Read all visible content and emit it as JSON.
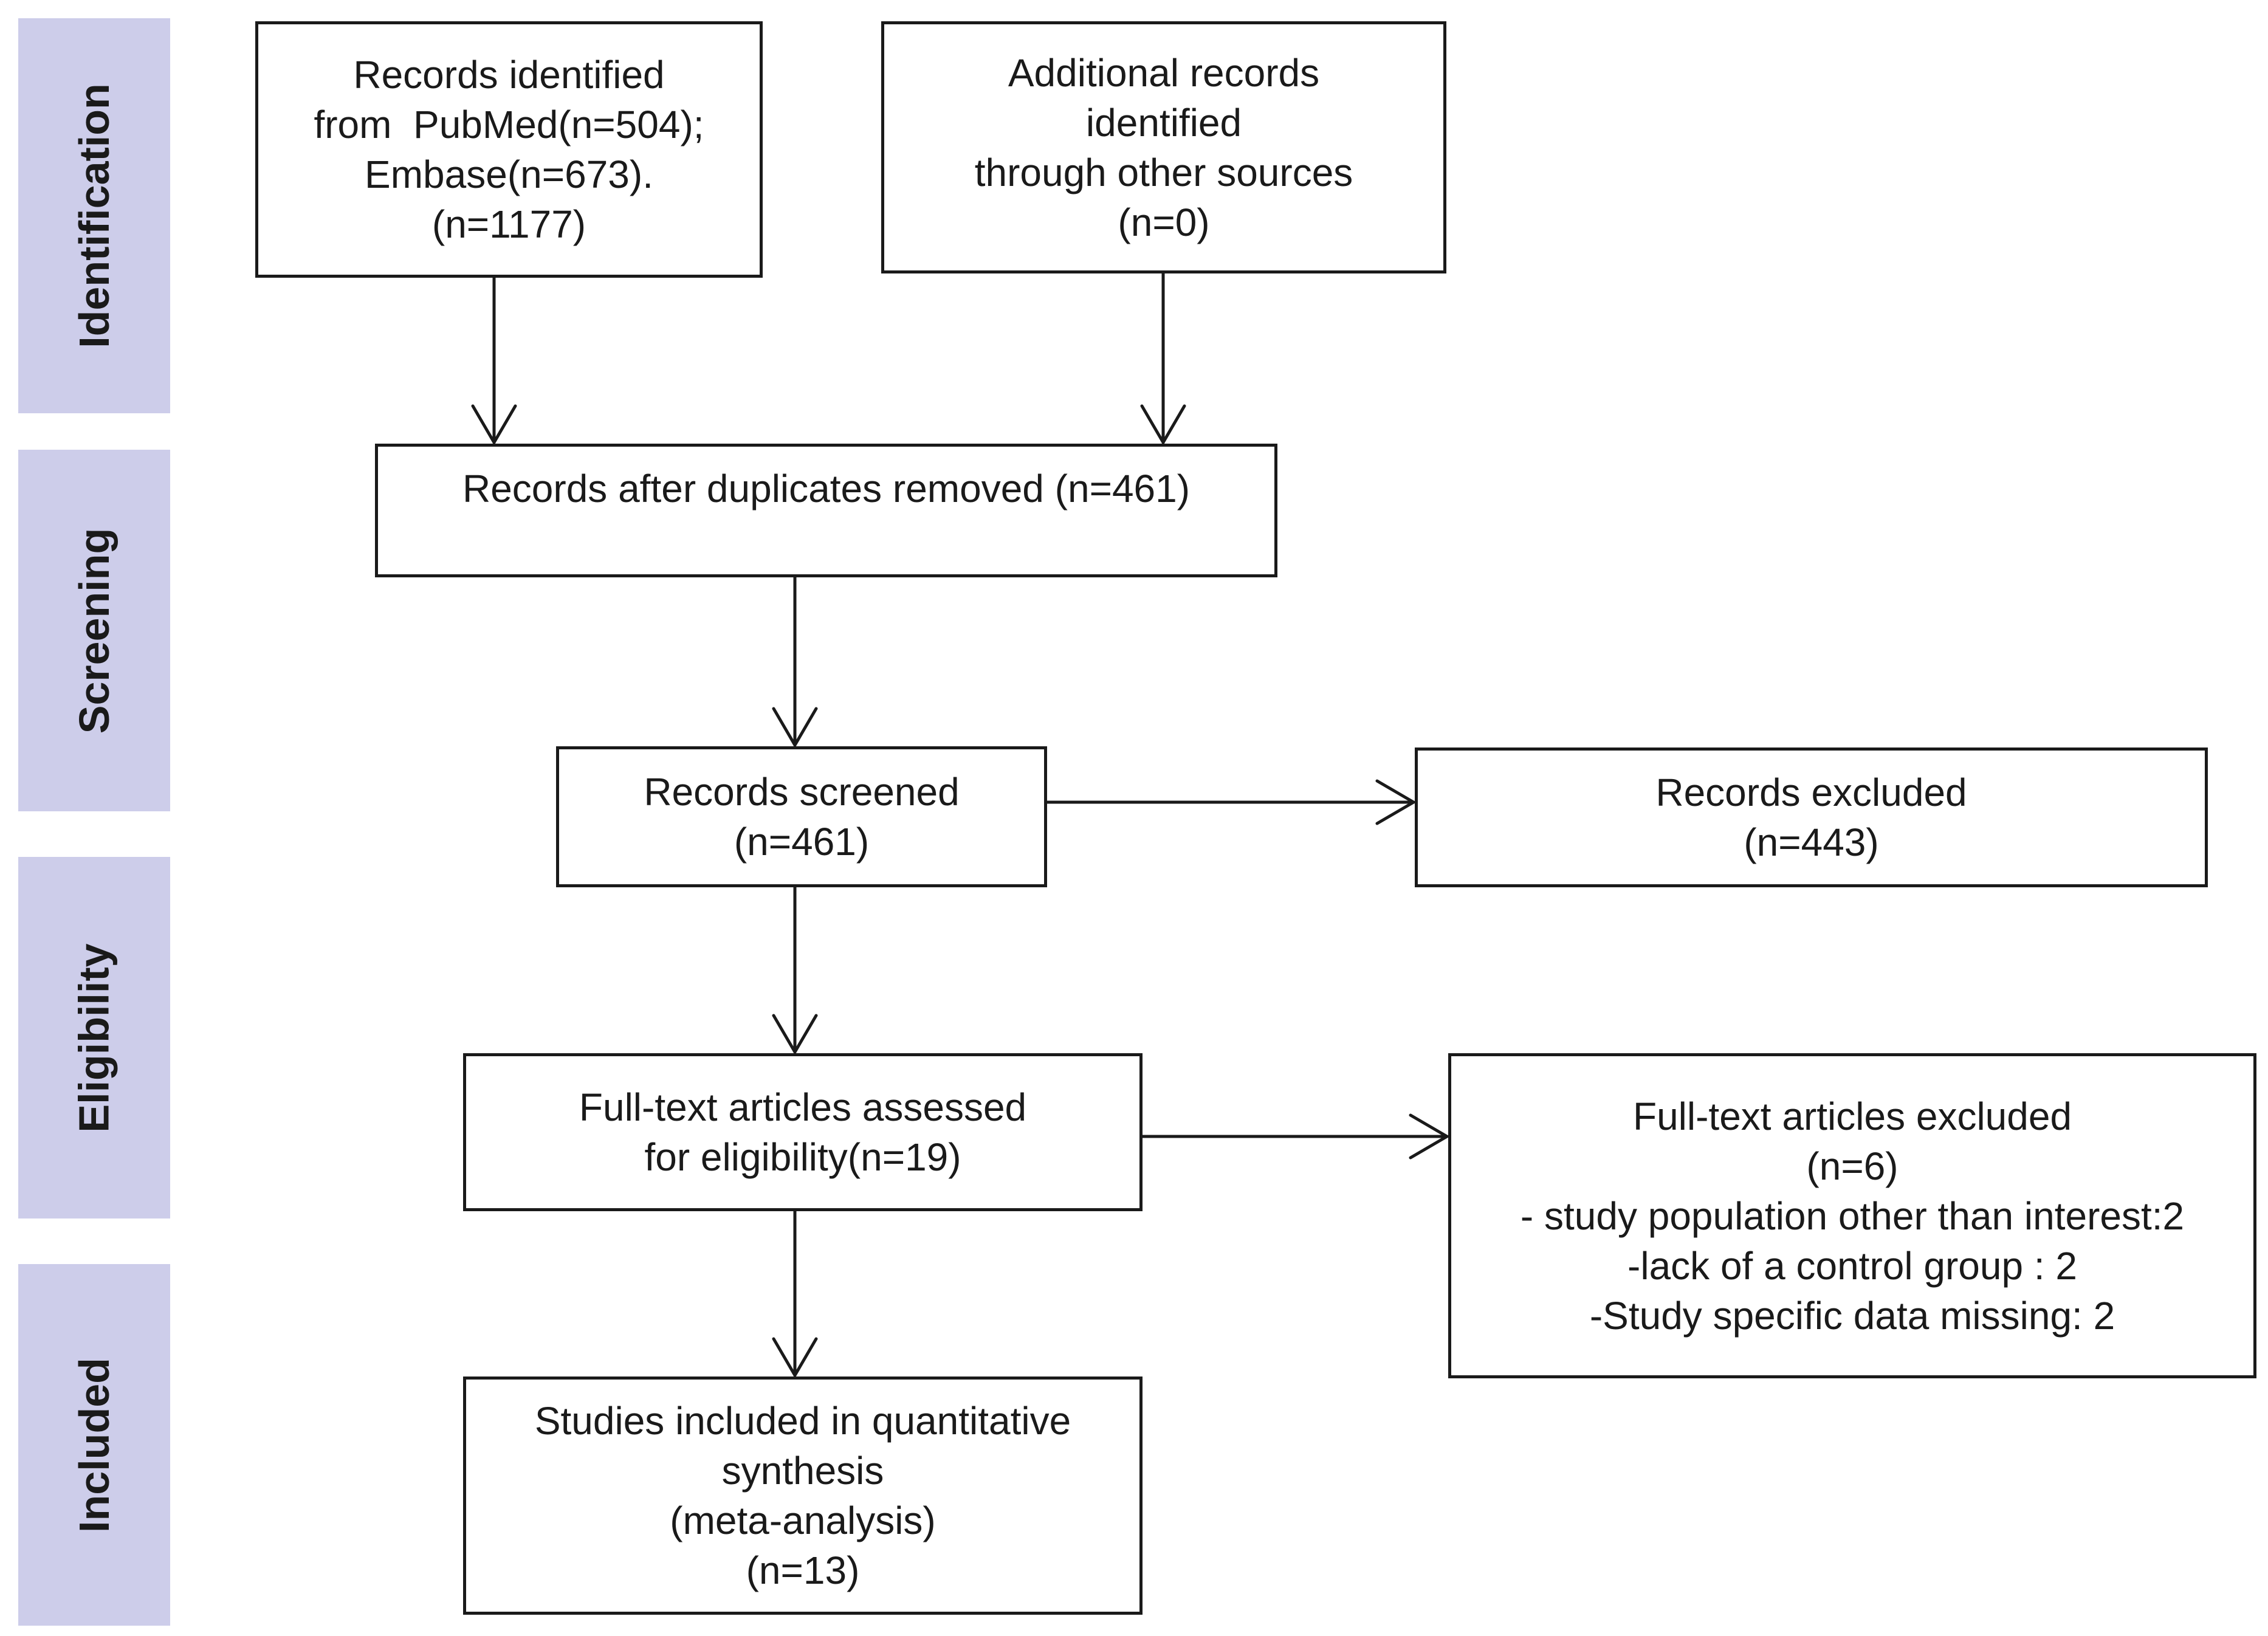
{
  "stages": [
    "Identification",
    "Screening",
    "Eligibility",
    "Included"
  ],
  "boxes": {
    "identified": [
      "Records identified",
      "from  PubMed(n=504);",
      "Embase(n=673).",
      "(n=1177)"
    ],
    "additional": [
      "Additional records",
      "identified",
      "through other sources",
      "(n=0)"
    ],
    "duplicates_removed": [
      "Records after duplicates removed (n=461)"
    ],
    "screened": [
      "Records screened",
      "(n=461)"
    ],
    "excluded": [
      "Records excluded",
      "(n=443)"
    ],
    "full_text_assessed": [
      "Full-text articles assessed",
      "for eligibility(n=19)"
    ],
    "full_text_excluded": [
      "Full-text articles excluded",
      "(n=6)",
      "- study population other than interest:2",
      "-lack of a control group : 2",
      "-Study specific data missing: 2"
    ],
    "included": [
      "Studies included in quantitative",
      "synthesis",
      "(meta-analysis)",
      "(n=13)"
    ]
  }
}
